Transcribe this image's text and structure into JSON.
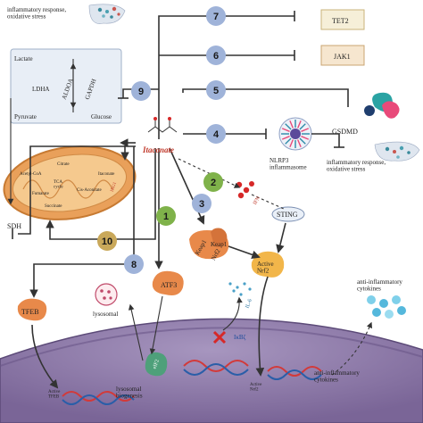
{
  "diagram": {
    "center_label": "Itaconate",
    "top_effect": "inflammatory response, oxidative stress",
    "glycolysis": {
      "lactate": "Lactate",
      "ldha": "LDHA",
      "aldoa": "ALDOA",
      "gapdh": "GAPDH",
      "pyruvate": "Pyruvate",
      "glucose": "Glucose"
    },
    "mito": {
      "acetyl_coa": "Acetyl-CoA",
      "citrate": "Citrate",
      "tca": "TCA cycle",
      "cis_aconitate": "Cis-Aconitate",
      "itaconate": "Itaconate",
      "fumarate": "Fumarate",
      "succinate": "Succinate",
      "irg1": "IRG1",
      "sdh": "SDH"
    },
    "targets": {
      "tet2": "TET2",
      "jak1": "JAK1",
      "gsdmd": "GSDMD",
      "nlrp3": "NLRP3 inflammasome",
      "inflam_right": "inflammatory response, oxidative stress",
      "ifn": "IFN",
      "sting": "STING",
      "atf3": "ATF3",
      "keap1_a": "Keap1",
      "keap1_b": "Keap1",
      "nrf2_bound": "Nrf2",
      "active_nrf2": "Active Nrf2",
      "tfeb": "TFEB",
      "lysosome": "lysosomal",
      "il6": "IL-6",
      "ikbz": "IκBζ",
      "anti_cytokines_top": "anti-inflammatory cytokines",
      "anti_cytokines_nuc": "anti-inflammatory cytokines",
      "active_tfeb": "Active TFEB",
      "lyso_bio": "lysosomal biogenesis",
      "active_nrf2_nuc": "Active Nrf2",
      "eif2": "eIF2"
    },
    "pathways": [
      "7",
      "6",
      "5",
      "4",
      "9",
      "2",
      "3",
      "1",
      "10",
      "8"
    ],
    "colors": {
      "blue_circle": "#9fb3d9",
      "green_circle": "#7fb24a",
      "gold_circle": "#c9a85a",
      "nucleus": "#8e7aa9",
      "orange_protein": "#e8894a",
      "mito": "#e9a05a"
    }
  }
}
